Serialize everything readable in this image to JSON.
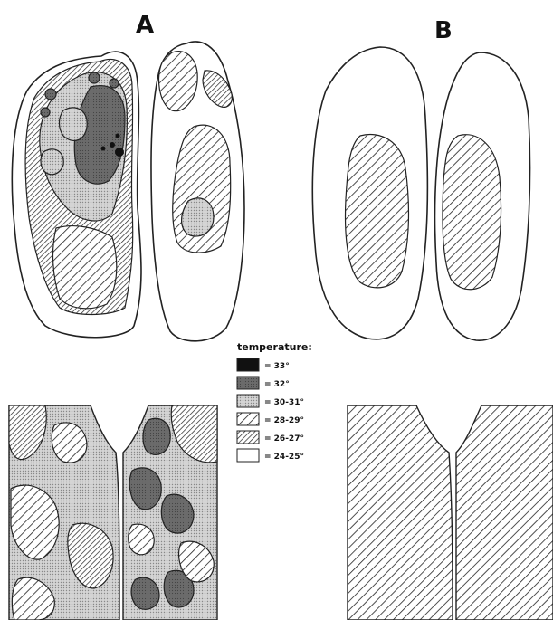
{
  "panels": [
    {
      "label": "A"
    },
    {
      "label": "B"
    }
  ],
  "legend": {
    "title": "temperature:",
    "items": [
      {
        "text": "= 33°",
        "fill": "t33"
      },
      {
        "text": "= 32°",
        "fill": "t32"
      },
      {
        "text": "= 30-31°",
        "fill": "t30"
      },
      {
        "text": "= 28-29°",
        "fill": "t28"
      },
      {
        "text": "= 26-27°",
        "fill": "t26"
      },
      {
        "text": "= 24-25°",
        "fill": "t24"
      }
    ]
  },
  "colors": {
    "ink": "#222222",
    "t33": "#111111",
    "t32": "#6b6b6b",
    "t30": "#c9c9c9",
    "background": "#ffffff"
  }
}
